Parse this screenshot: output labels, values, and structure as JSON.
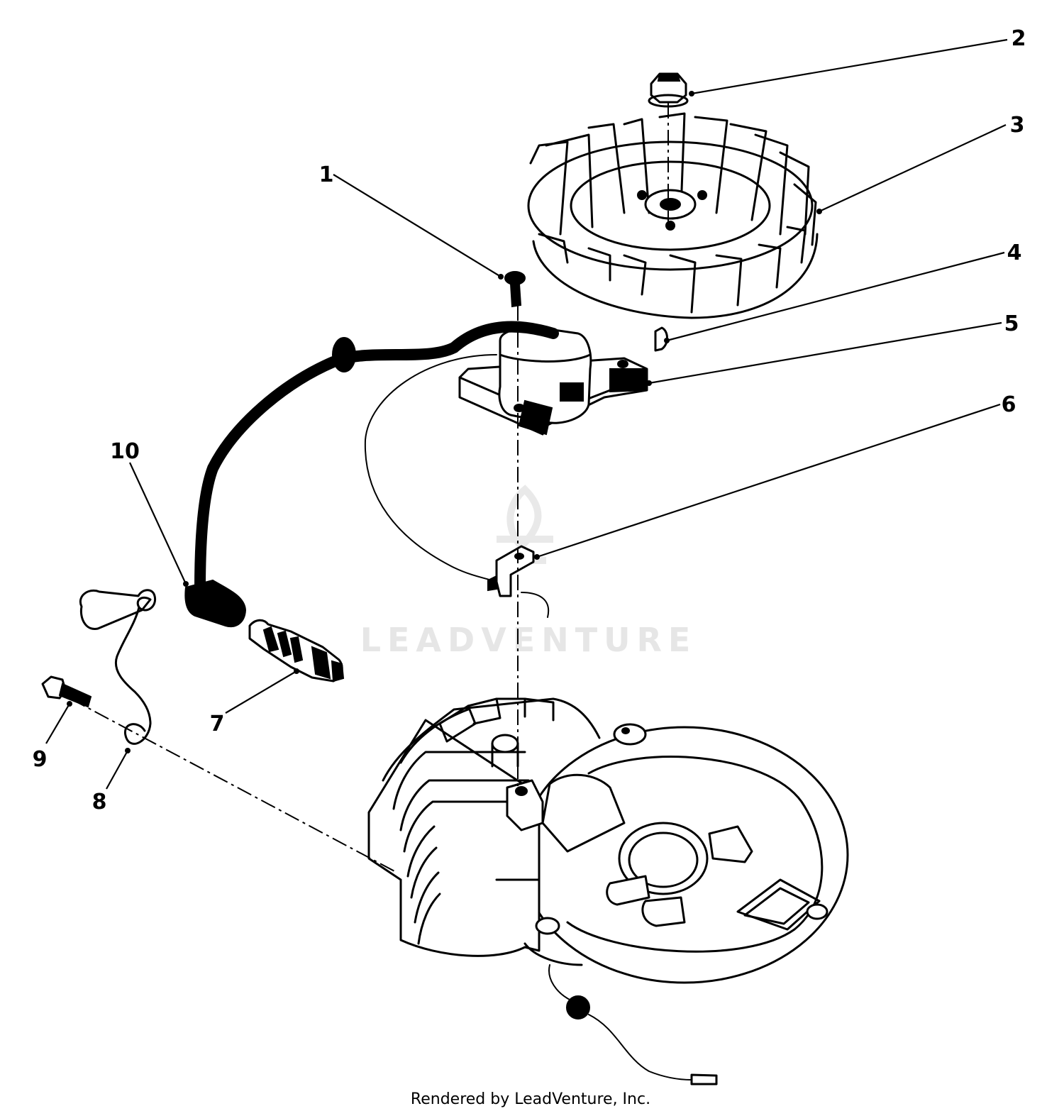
{
  "diagram": {
    "callouts": [
      "1",
      "2",
      "3",
      "4",
      "5",
      "6",
      "7",
      "8",
      "9",
      "10"
    ],
    "watermark": "LEADVENTURE",
    "credit": "Rendered by LeadVenture, Inc."
  }
}
